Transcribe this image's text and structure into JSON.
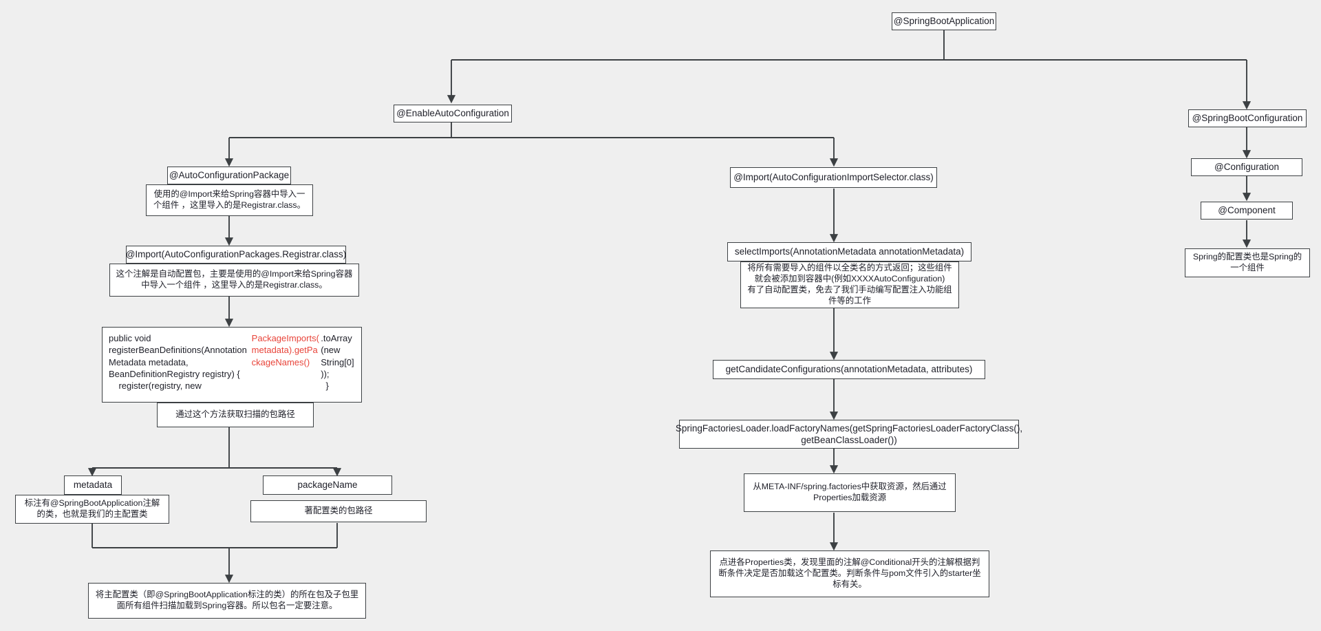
{
  "diagram": {
    "type": "flowchart",
    "title_node": "@SpringBootApplication",
    "background_color": "#efefef",
    "node_fill": "#ffffff",
    "node_border": "#3c4043",
    "highlight_color": "#e8443a",
    "nodes": {
      "spring_boot_application": "@SpringBootApplication",
      "enable_auto_configuration": "@EnableAutoConfiguration",
      "spring_boot_configuration": "@SpringBootConfiguration",
      "configuration": "@Configuration",
      "component": "@Component",
      "component_note": "Spring的配置类也是Spring的一个组件",
      "auto_configuration_package": "@AutoConfigurationPackage",
      "auto_configuration_package_note": "使用的@Import来给Spring容器中导入一个组件 ，这里导入的是Registrar.class。",
      "import_registrar": "@Import(AutoConfigurationPackages.Registrar.class)",
      "import_registrar_note": "这个注解是自动配置包，主要是使用的@Import来给Spring容器中导入一个组件 ，这里导入的是Registrar.class。",
      "code_register_bean_definitions_pre": "public void registerBeanDefinitions(AnnotationMetadata metadata, BeanDefinitionRegistry registry) {\n    register(registry, new\n",
      "code_register_bean_definitions_hl": "PackageImports(metadata).getPackageNames()",
      "code_register_bean_definitions_post": ".toArray(new String[0]));\n  }",
      "get_scan_path_note": "通过这个方法获取扫描的包路径",
      "metadata": "metadata",
      "metadata_note": "标注有@SpringBootApplication注解的类，也就是我们的主配置类",
      "package_name": "packageName",
      "package_name_note": "著配置类的包路径",
      "scan_result_note": "将主配置类（即@SpringBootApplication标注的类）的所在包及子包里面所有组件扫描加载到Spring容器。所以包名一定要注意。",
      "import_selector": "@Import(AutoConfigurationImportSelector.class)",
      "select_imports": "selectImports(AnnotationMetadata annotationMetadata)",
      "select_imports_note": "将所有需要导入的组件以全类名的方式返回；这些组件就会被添加到容器中(例如XXXXAutoConfiguration)\n有了自动配置类，免去了我们手动编写配置注入功能组件等的工作",
      "get_candidate_configurations": "getCandidateConfigurations(annotationMetadata, attributes)",
      "load_factory_names": "SpringFactoriesLoader.loadFactoryNames(getSpringFactoriesLoaderFactoryClass(), getBeanClassLoader())",
      "meta_inf_note": "从META-INF/spring.factories中获取资源，然后通过Properties加载资源",
      "conditional_note": "点进各Properties类，发现里面的注解@Conditional开头的注解根据判断条件决定是否加载这个配置类。判断条件与pom文件引入的starter坐标有关。"
    },
    "edges": [
      {
        "from": "spring_boot_application",
        "to": "enable_auto_configuration"
      },
      {
        "from": "spring_boot_application",
        "to": "spring_boot_configuration"
      },
      {
        "from": "spring_boot_configuration",
        "to": "configuration"
      },
      {
        "from": "configuration",
        "to": "component"
      },
      {
        "from": "enable_auto_configuration",
        "to": "auto_configuration_package"
      },
      {
        "from": "enable_auto_configuration",
        "to": "import_selector"
      },
      {
        "from": "auto_configuration_package",
        "to": "import_registrar"
      },
      {
        "from": "import_registrar",
        "to": "code_register_bean_definitions"
      },
      {
        "from": "code_register_bean_definitions",
        "to": "metadata"
      },
      {
        "from": "code_register_bean_definitions",
        "to": "package_name"
      },
      {
        "from": "metadata",
        "to": "scan_result_note"
      },
      {
        "from": "package_name",
        "to": "scan_result_note"
      },
      {
        "from": "import_selector",
        "to": "select_imports"
      },
      {
        "from": "select_imports",
        "to": "get_candidate_configurations"
      },
      {
        "from": "get_candidate_configurations",
        "to": "load_factory_names"
      },
      {
        "from": "load_factory_names",
        "to": "meta_inf_note"
      },
      {
        "from": "meta_inf_note",
        "to": "conditional_note"
      }
    ]
  }
}
